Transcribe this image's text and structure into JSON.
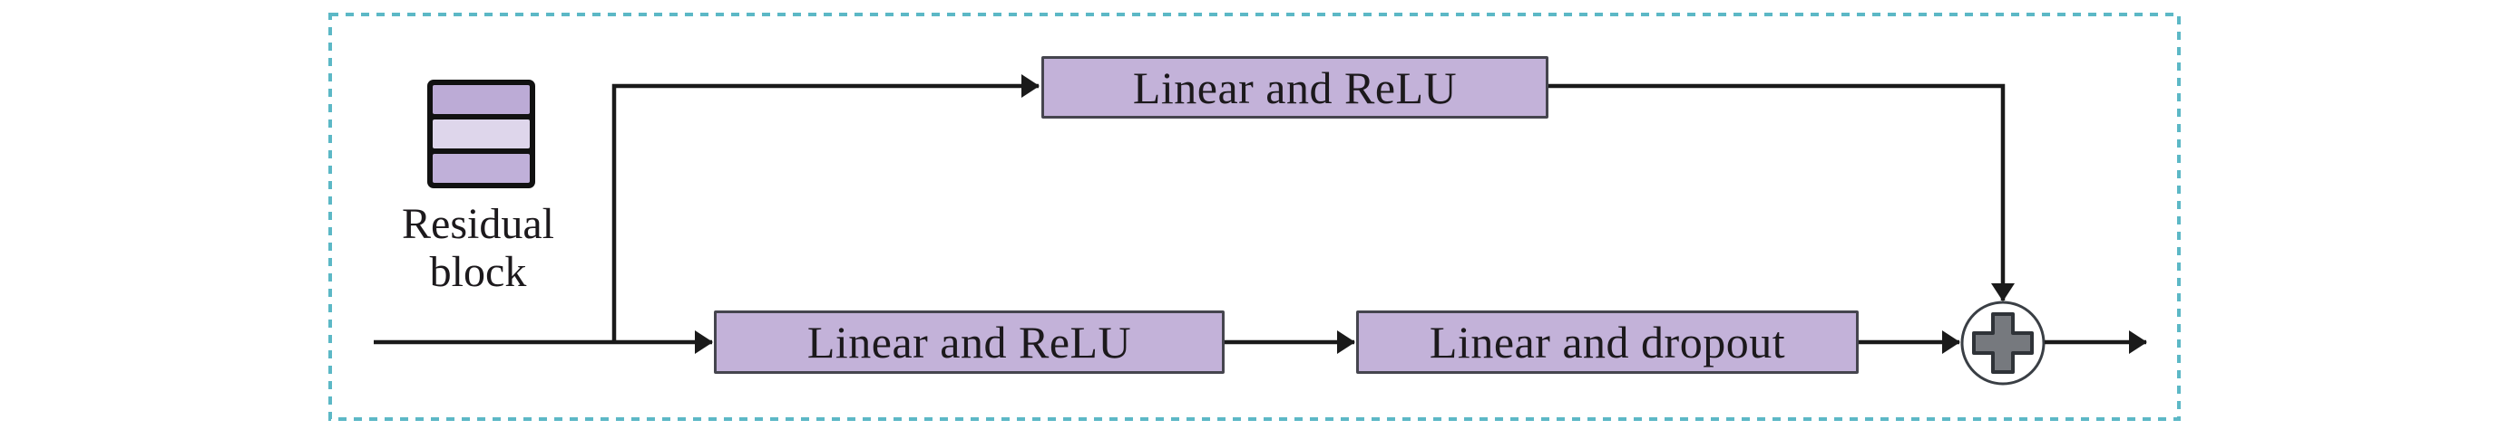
{
  "diagram": {
    "legend": {
      "icon": "residual-stack-icon",
      "label_line1": "Residual",
      "label_line2": "block"
    },
    "nodes": {
      "skip_branch": {
        "label": "Linear and ReLU"
      },
      "main_branch_1": {
        "label": "Linear and ReLU"
      },
      "main_branch_2": {
        "label": "Linear and dropout"
      },
      "merge": {
        "symbol": "+",
        "icon": "plus-in-circle-icon"
      }
    }
  },
  "colors": {
    "frame-dash": "#5cb8c6",
    "node-fill": "#c3b2d9",
    "node-border": "#45454e",
    "stack-cell-top": "#bcabd6",
    "stack-cell-mid": "#ded6eb",
    "stack-cell-bottom": "#c0b0d9",
    "stack-border": "#111111",
    "line": "#1a1a1a",
    "plus-fill": "#76797e",
    "plus-border": "#2f3338",
    "circle-border": "#3a3f45",
    "text": "#1c191c",
    "background": "#ffffff"
  }
}
